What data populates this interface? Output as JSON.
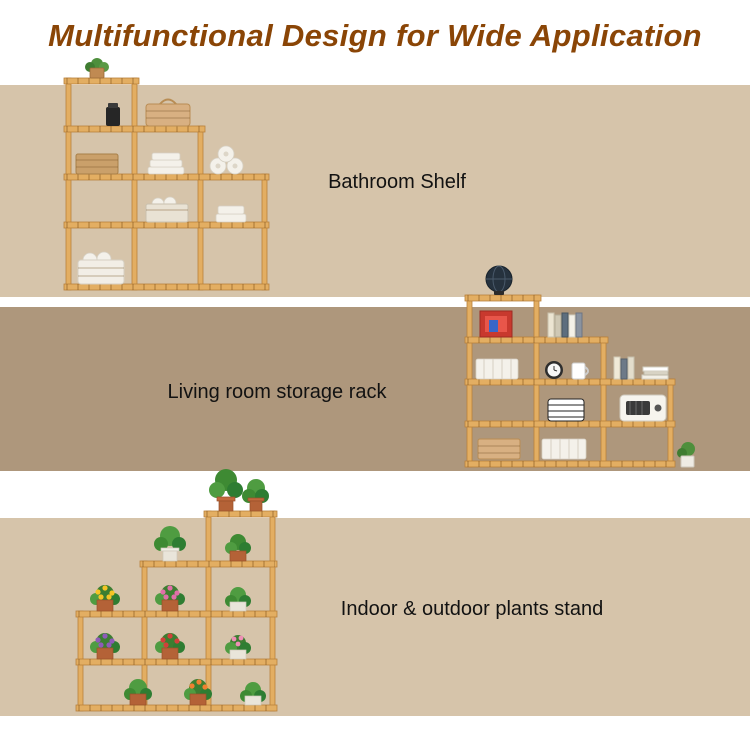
{
  "title": "Multifunctional Design for Wide Application",
  "sections": [
    {
      "id": "bathroom",
      "label": "Bathroom Shelf"
    },
    {
      "id": "living-room",
      "label": "Living room storage rack"
    },
    {
      "id": "plants",
      "label": "Indoor & outdoor plants stand"
    }
  ],
  "images": {
    "bathroom": "bamboo staircase shelf with baskets and towels",
    "living_room": "bamboo staircase shelf with globe, books and radio",
    "plants": "bamboo staircase stand with flowering potted plants"
  },
  "colors": {
    "title-color": "#8a4506",
    "band-light": "#d6c4aa",
    "band-dark": "#ae977c",
    "text-color": "#121212",
    "bamboo": "#e3ae62",
    "bamboo-dark": "#b9813c"
  }
}
